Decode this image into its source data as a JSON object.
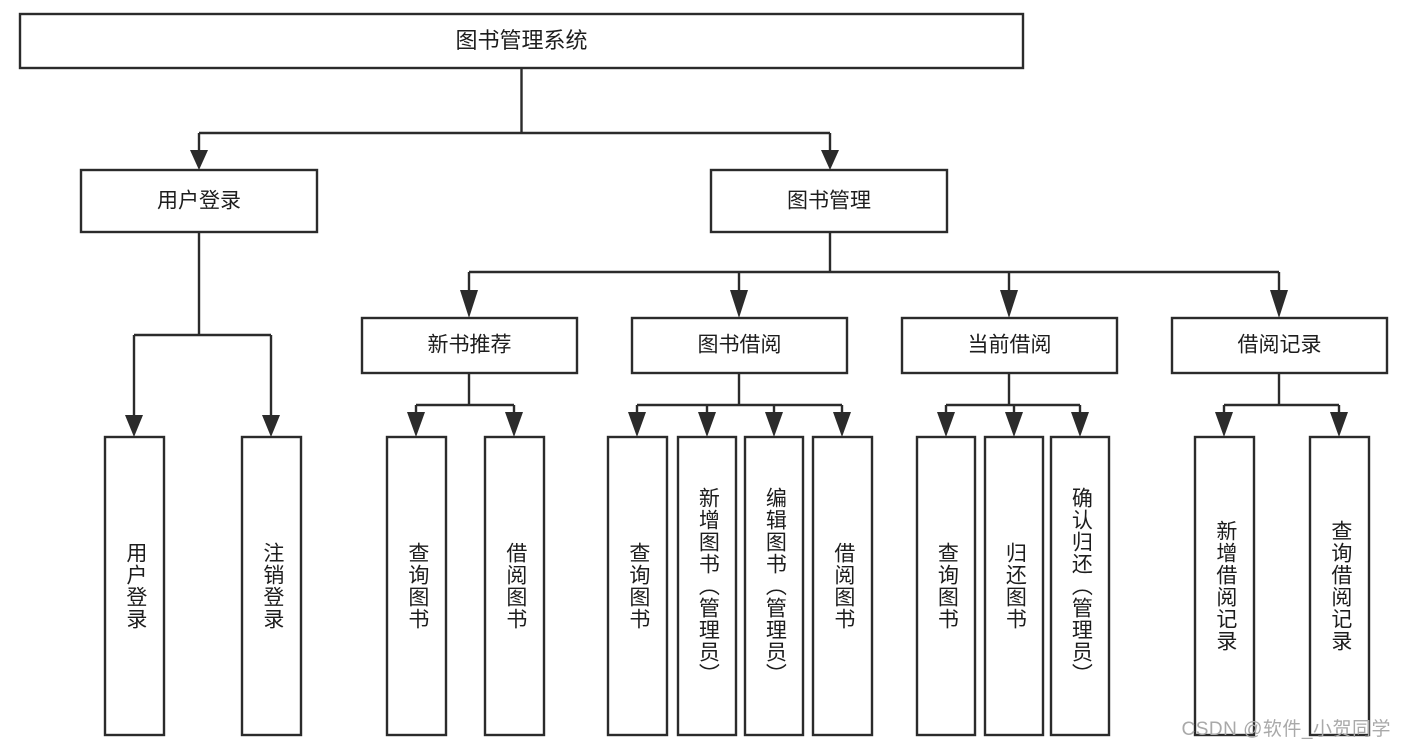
{
  "diagram": {
    "title": "图书管理系统",
    "type": "tree-hierarchy",
    "watermark": "CSDN @软件_小贺同学",
    "colors": {
      "background": "#ffffff",
      "box_stroke": "#2b2b2b",
      "box_fill": "#ffffff",
      "text": "#1d1d1d",
      "watermark": "#a9a9a9"
    },
    "root": {
      "label": "图书管理系统"
    },
    "level2": [
      {
        "label": "用户登录"
      },
      {
        "label": "图书管理"
      }
    ],
    "level3": [
      {
        "label": "新书推荐"
      },
      {
        "label": "图书借阅"
      },
      {
        "label": "当前借阅"
      },
      {
        "label": "借阅记录"
      }
    ],
    "leaves": [
      {
        "label": "用户登录",
        "parent": "用户登录"
      },
      {
        "label": "注销登录",
        "parent": "用户登录"
      },
      {
        "label": "查询图书",
        "parent": "新书推荐"
      },
      {
        "label": "借阅图书",
        "parent": "新书推荐"
      },
      {
        "label": "查询图书",
        "parent": "图书借阅"
      },
      {
        "label": "新增图书（管理员）",
        "parent": "图书借阅"
      },
      {
        "label": "编辑图书（管理员）",
        "parent": "图书借阅"
      },
      {
        "label": "借阅图书",
        "parent": "图书借阅"
      },
      {
        "label": "查询图书",
        "parent": "当前借阅"
      },
      {
        "label": "归还图书",
        "parent": "当前借阅"
      },
      {
        "label": "确认归还（管理员）",
        "parent": "当前借阅"
      },
      {
        "label": "新增借阅记录",
        "parent": "借阅记录"
      },
      {
        "label": "查询借阅记录",
        "parent": "借阅记录"
      }
    ]
  }
}
